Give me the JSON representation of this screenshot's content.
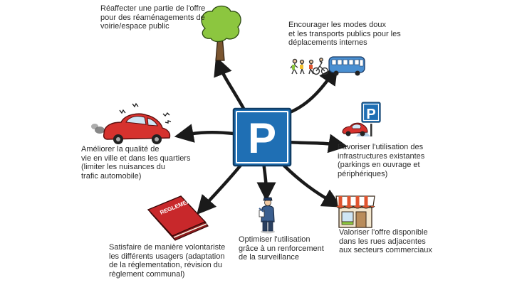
{
  "center": {
    "symbol": "P"
  },
  "nodes": {
    "reaffecter": "Réaffecter une partie de l'offre\npour des réaménagements de\nvoirie/espace public",
    "encourager": "Encourager les modes doux\net les transports publics pour les\ndéplacements internes",
    "ameliorer": "Améliorer la qualité de\nvie en ville et dans les quartiers\n(limiter les nuisances du\ntrafic automobile)",
    "favoriser": "Favoriser l'utilisation des\ninfrastructures existantes\n(parkings en ouvrage et\npériphériques)",
    "satisfaire": "Satisfaire de manière volontariste\nles différents usagers (adaptation\nde la réglementation, révision du\nrèglement communal)",
    "optimiser": "Optimiser l'utilisation\ngrâce à un renforcement\nde la surveillance",
    "valoriser": "Valoriser l'offre disponible\ndans les rues adjacentes\naux secteurs commerciaux"
  },
  "icons": {
    "book_text": "REGLEMENT",
    "tree": "tree-icon",
    "pedestrians_bus": "pedestrian-bus-icon",
    "car": "car-icon",
    "parking_sign": "parking-sign-icon",
    "book": "rulebook-icon",
    "officer": "officer-icon",
    "shop": "shop-icon"
  },
  "colors": {
    "sign_blue": "#1f6fb4",
    "arrow": "#1a1a1a",
    "car_red": "#d6322e",
    "tree_green": "#8cc63f",
    "bus_blue": "#4a8fd1",
    "book_red": "#c8282b",
    "awning": "#e0542f"
  }
}
